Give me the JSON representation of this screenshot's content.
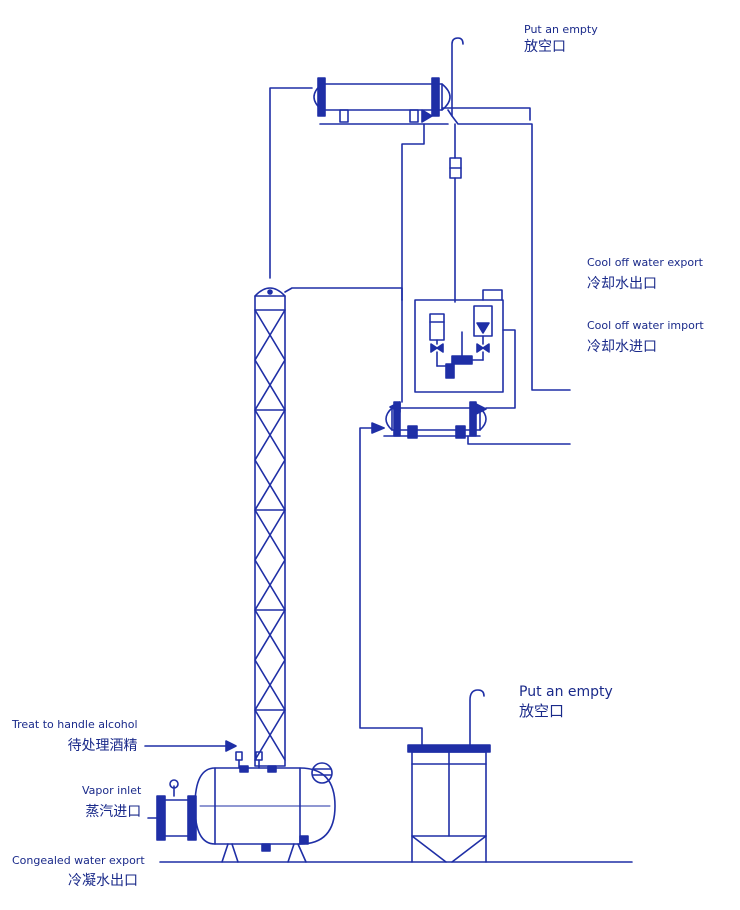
{
  "colors": {
    "line": "#1f2fa6",
    "fill": "#1f2fa6",
    "text": "#1a2a8a",
    "background": "#ffffff"
  },
  "labels": {
    "vent_top": {
      "en": "Put an empty",
      "cn": "放空口"
    },
    "cool_export": {
      "en": "Cool off water export",
      "cn": "冷却水出口"
    },
    "cool_import": {
      "en": "Cool off water import",
      "cn": "冷却水进口"
    },
    "vent_receiver": {
      "en": "Put an empty",
      "cn": "放空口"
    },
    "alcohol_feed": {
      "en": "Treat to handle alcohol",
      "cn": "待处理酒精"
    },
    "vapor_inlet": {
      "en": "Vapor inlet",
      "cn": "蒸汽进口"
    },
    "condensate_out": {
      "en": "Congealed water export",
      "cn": "冷凝水出口"
    }
  }
}
